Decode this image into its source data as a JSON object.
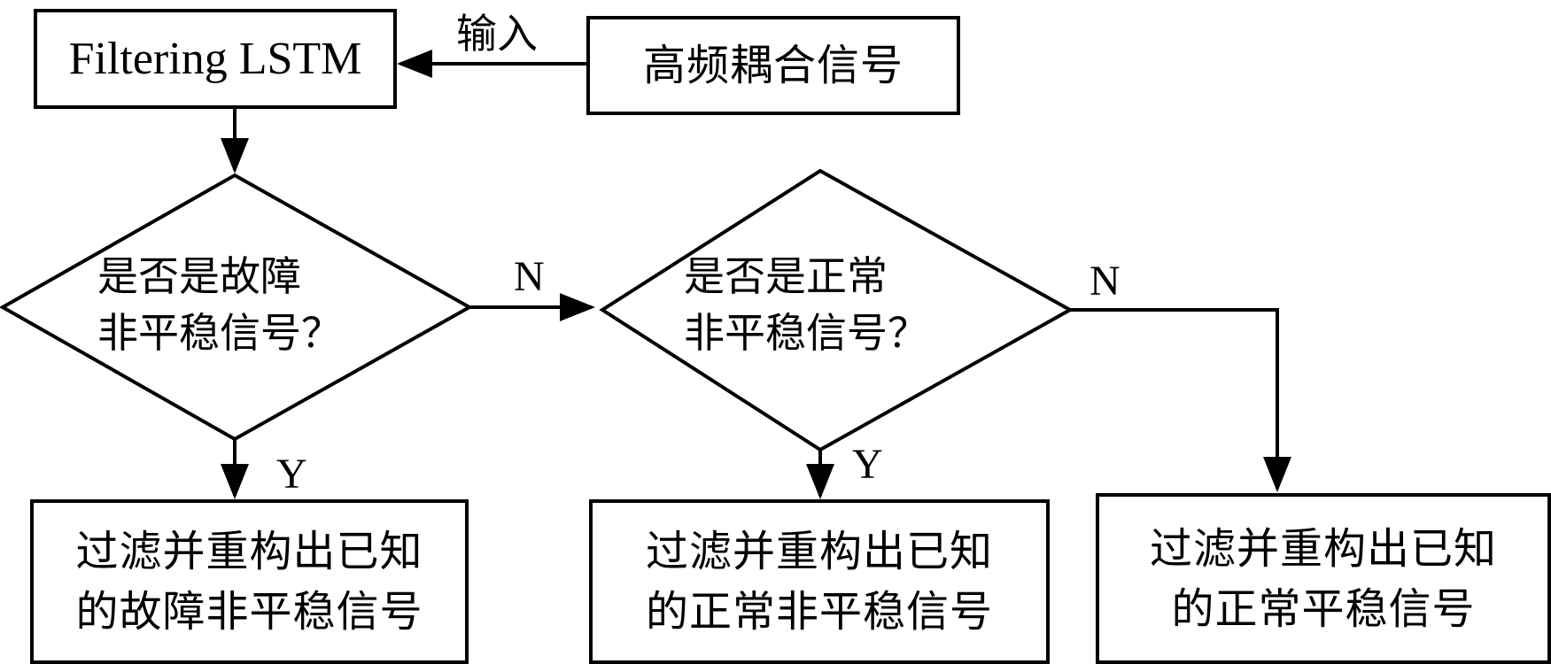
{
  "nodes": {
    "lstm": {
      "label": "Filtering LSTM"
    },
    "input_signal": {
      "label": "高频耦合信号"
    },
    "decision_fault": {
      "line1": "是否是故障",
      "line2": "非平稳信号？"
    },
    "decision_normal": {
      "line1": "是否是正常",
      "line2": "非平稳信号？"
    },
    "out_fault": {
      "line1": "过滤并重构出已知",
      "line2": "的故障非平稳信号"
    },
    "out_normal_nonstationary": {
      "line1": "过滤并重构出已知",
      "line2": "的正常非平稳信号"
    },
    "out_normal_stationary": {
      "line1": "过滤并重构出已知",
      "line2": "的正常平稳信号"
    }
  },
  "edges": {
    "input_label": "输入",
    "yes_label": "Y",
    "no_label": "N"
  }
}
